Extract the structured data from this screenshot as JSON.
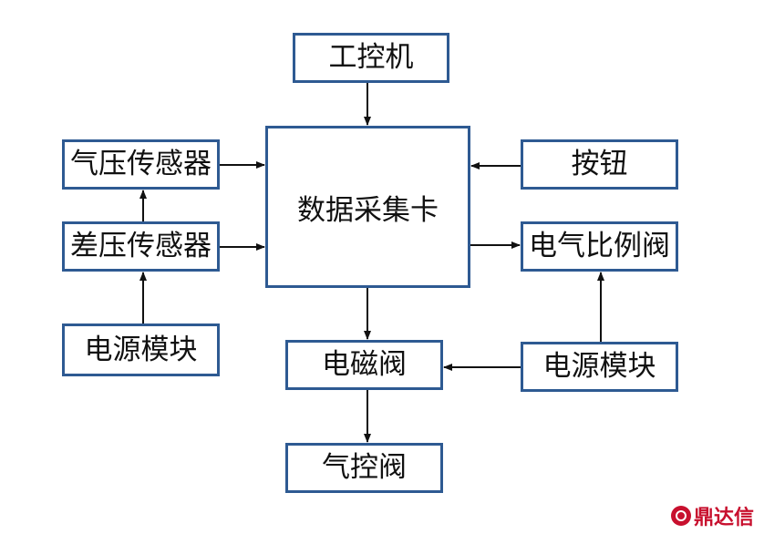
{
  "diagram": {
    "nodes": {
      "ipc": "工控机",
      "daq": "数据采集卡",
      "barometric_sensor": "气压传感器",
      "differential_sensor": "差压传感器",
      "power_module_left": "电源模块",
      "button": "按钮",
      "electro_pneumatic_valve": "电气比例阀",
      "power_module_right": "电源模块",
      "solenoid_valve": "电磁阀",
      "pneumatic_valve": "气控阀"
    },
    "edges": [
      {
        "from": "ipc",
        "to": "daq"
      },
      {
        "from": "barometric_sensor",
        "to": "daq"
      },
      {
        "from": "differential_sensor",
        "to": "daq"
      },
      {
        "from": "differential_sensor",
        "to": "barometric_sensor"
      },
      {
        "from": "power_module_left",
        "to": "differential_sensor"
      },
      {
        "from": "button",
        "to": "daq"
      },
      {
        "from": "daq",
        "to": "electro_pneumatic_valve"
      },
      {
        "from": "power_module_right",
        "to": "electro_pneumatic_valve"
      },
      {
        "from": "power_module_right",
        "to": "solenoid_valve"
      },
      {
        "from": "daq",
        "to": "solenoid_valve"
      },
      {
        "from": "solenoid_valve",
        "to": "pneumatic_valve"
      }
    ],
    "colors": {
      "box_border": "#2e5a92",
      "arrow": "#111111"
    }
  },
  "watermark": {
    "text": "鼎达信",
    "color": "#c8102e"
  }
}
